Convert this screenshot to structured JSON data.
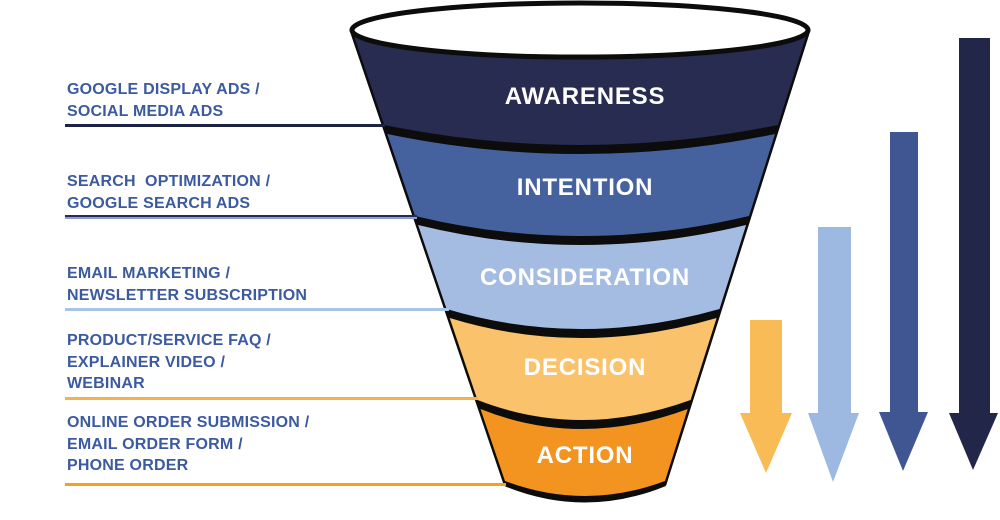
{
  "diagram": {
    "type": "marketing-funnel",
    "stage_count": 5
  },
  "funnel": {
    "stages": [
      {
        "label": "AWARENESS",
        "color": "#272c50",
        "text_color": "#ffffff"
      },
      {
        "label": "INTENTION",
        "color": "#45629e",
        "text_color": "#ffffff"
      },
      {
        "label": "CONSIDERATION",
        "color": "#a5bce2",
        "text_color": "#ffffff"
      },
      {
        "label": "DECISION",
        "color": "#fac26a",
        "text_color": "#ffffff"
      },
      {
        "label": "ACTION",
        "color": "#f2941f",
        "text_color": "#ffffff"
      }
    ],
    "outline_color": "#0c0c0c",
    "rim_fill": "#ffffff"
  },
  "channel_labels": [
    {
      "lines": [
        "GOOGLE DISPLAY ADS /",
        "SOCIAL MEDIA ADS"
      ],
      "underline_color": "#1d2342"
    },
    {
      "lines": [
        "SEARCH  OPTIMIZATION /",
        "GOOGLE SEARCH ADS"
      ],
      "underline_color": "#272c50"
    },
    {
      "lines": [
        "EMAIL MARKETING /",
        "NEWSLETTER SUBSCRIPTION"
      ],
      "underline_color": "#a9c4e8"
    },
    {
      "lines": [
        "PRODUCT/SERVICE FAQ /",
        "EXPLAINER VIDEO /",
        "WEBINAR"
      ],
      "underline_color": "#f8b04c"
    },
    {
      "lines": [
        "ONLINE ORDER SUBMISSION /",
        "EMAIL ORDER FORM /",
        "PHONE ORDER"
      ],
      "underline_color": "#f5a01e"
    }
  ],
  "arrows": [
    {
      "name": "drop-arrow-orange",
      "color": "#f9bb55",
      "relative_length": "short"
    },
    {
      "name": "drop-arrow-light-blue",
      "color": "#9db9e2",
      "relative_length": "medium"
    },
    {
      "name": "drop-arrow-blue",
      "color": "#405693",
      "relative_length": "long"
    },
    {
      "name": "drop-arrow-navy",
      "color": "#222648",
      "relative_length": "longest"
    }
  ],
  "text_color_labels": "#3b5aa0"
}
